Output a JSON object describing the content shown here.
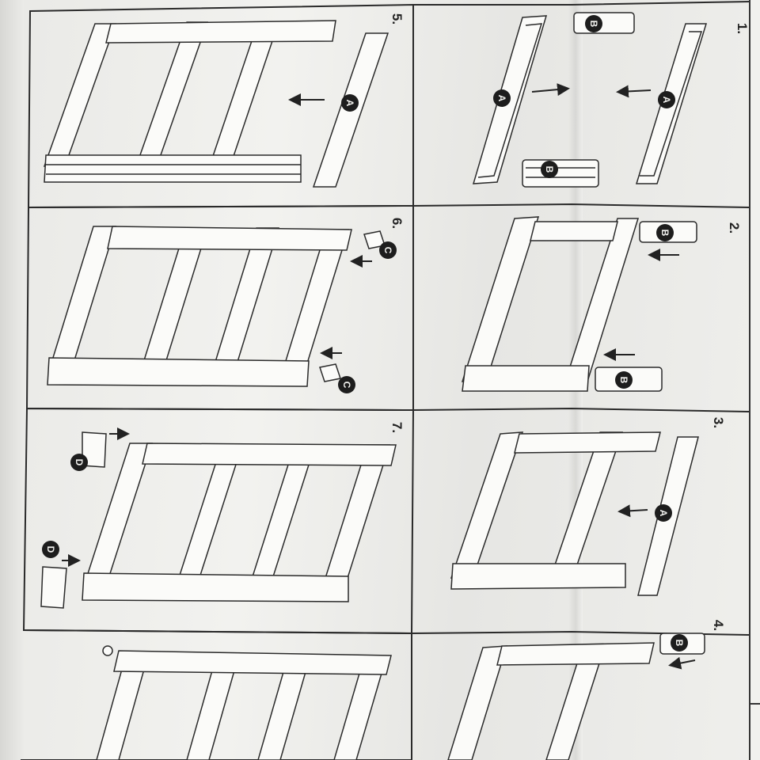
{
  "document": {
    "steps": [
      {
        "id": "step-1",
        "label": "1."
      },
      {
        "id": "step-2",
        "label": "2."
      },
      {
        "id": "step-3",
        "label": "3."
      },
      {
        "id": "step-4",
        "label": "4."
      },
      {
        "id": "step-5",
        "label": "5."
      },
      {
        "id": "step-6",
        "label": "6."
      },
      {
        "id": "step-7",
        "label": "7."
      }
    ],
    "parts": {
      "a": "A",
      "b": "B",
      "c": "C",
      "d": "D"
    },
    "colors": {
      "ink": "#2a2a2a",
      "paper": "#eeeeeb"
    }
  }
}
